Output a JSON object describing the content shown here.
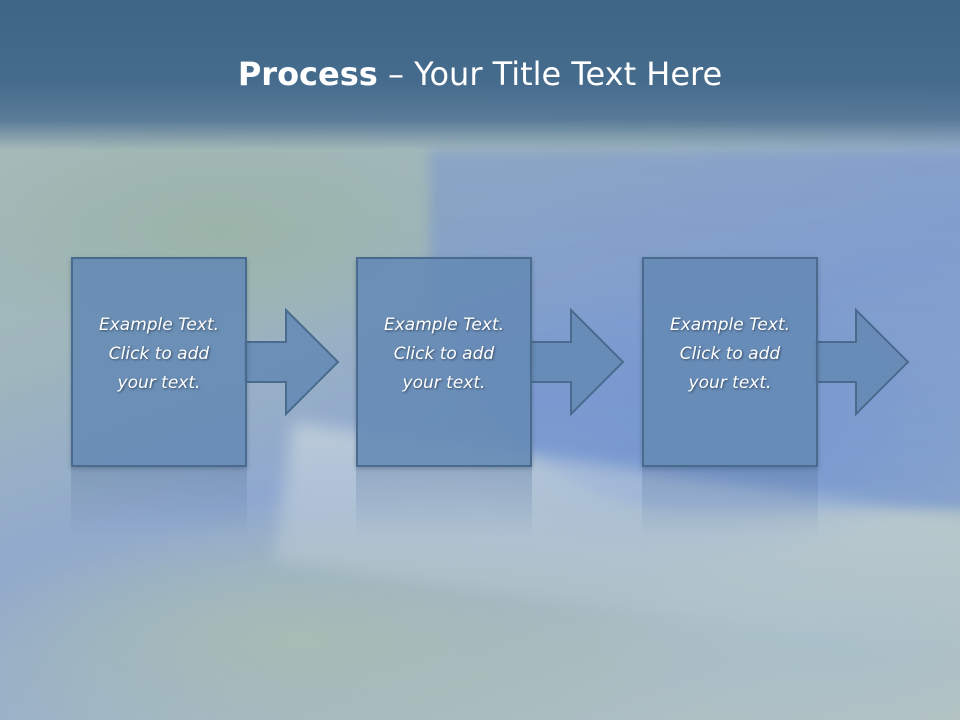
{
  "slide": {
    "title_bold": "Process",
    "title_rest": " – Your Title Text Here",
    "steps": [
      {
        "line1": "Example Text.",
        "line2": "Click  to add",
        "line3": "your text."
      },
      {
        "line1": "Example Text.",
        "line2": "Click  to add",
        "line3": "your text."
      },
      {
        "line1": "Example Text.",
        "line2": "Click  to add",
        "line3": "your text."
      }
    ]
  },
  "colors": {
    "header": "#3e6486",
    "box_fill": "#6a8ab4",
    "box_border": "#4a6b8e",
    "text": "#ffffff"
  },
  "icons": [
    "arrow-right-icon",
    "arrow-right-icon",
    "arrow-right-icon"
  ]
}
